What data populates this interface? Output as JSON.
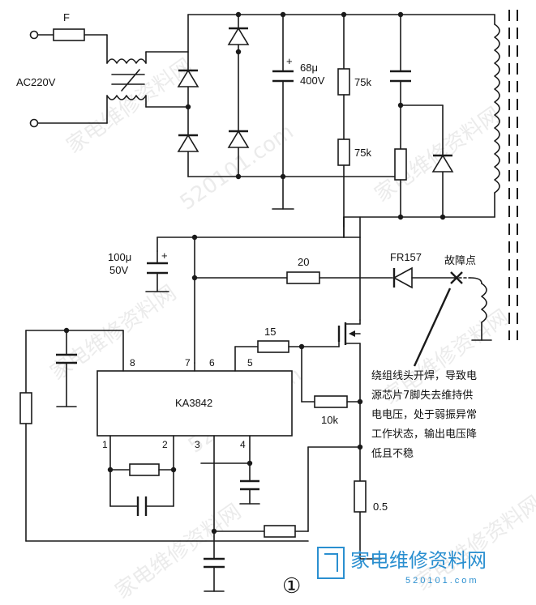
{
  "labels": {
    "fuse": "F",
    "ac_input": "AC220V",
    "c_bulk": "68μ",
    "c_bulk_v": "400V",
    "r_start1": "75k",
    "r_start2": "75k",
    "c_vcc": "100μ",
    "c_vcc_v": "50V",
    "r_20": "20",
    "diode_fr": "FR157",
    "fault_point": "故障点",
    "r_15": "15",
    "r_10k": "10k",
    "r_sense": "0.5",
    "ic_name": "KA3842",
    "figure_number": "①"
  },
  "ic_pins": [
    "8",
    "7",
    "6",
    "5",
    "1",
    "2",
    "3",
    "4"
  ],
  "annotation": [
    "绕组线头开焊，导致电",
    "源芯片7脚失去维持供",
    "电电压，处于弱振异常",
    "工作状态，输出电压降",
    "低且不稳"
  ],
  "watermark": {
    "logo_text": "家电维修资料网",
    "logo_url_text": "520101.com"
  }
}
